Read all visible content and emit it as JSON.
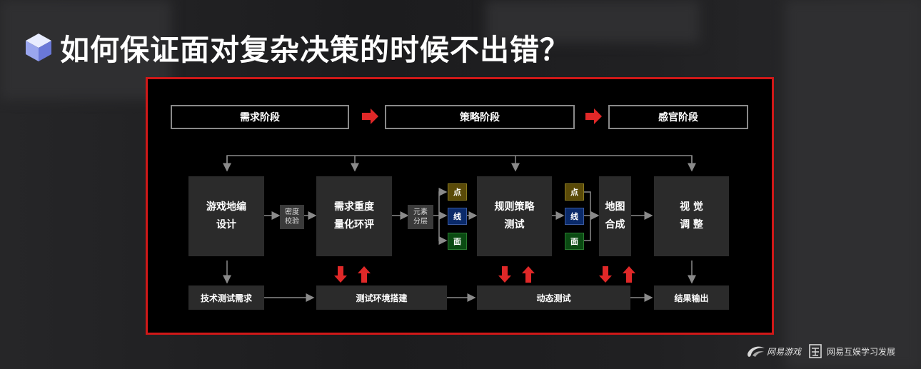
{
  "title": "如何保证面对复杂决策的时候不出错？",
  "stages": [
    "需求阶段",
    "策略阶段",
    "感官阶段"
  ],
  "main_boxes": {
    "design": "游戏地编\n设计",
    "quantify": "需求重度\n量化环评",
    "rules": "规则策略\n测试",
    "compose": "地图\n合成",
    "visual": "视 觉\n调 整"
  },
  "small_boxes": {
    "density": "密度\n校验",
    "layers": "元素\n分层"
  },
  "tags": {
    "dot": "点",
    "line": "线",
    "face": "面"
  },
  "bottom_boxes": {
    "tech": "技术测试需求",
    "env": "测试环境搭建",
    "dynamic": "动态测试",
    "result": "结果输出"
  },
  "footer": {
    "logo1_text": "网易游戏",
    "logo2_text": "网易互娱学习发展"
  },
  "colors": {
    "frame": "#d01818",
    "arrow_red": "#e02828",
    "connector": "#8a8a8a"
  }
}
